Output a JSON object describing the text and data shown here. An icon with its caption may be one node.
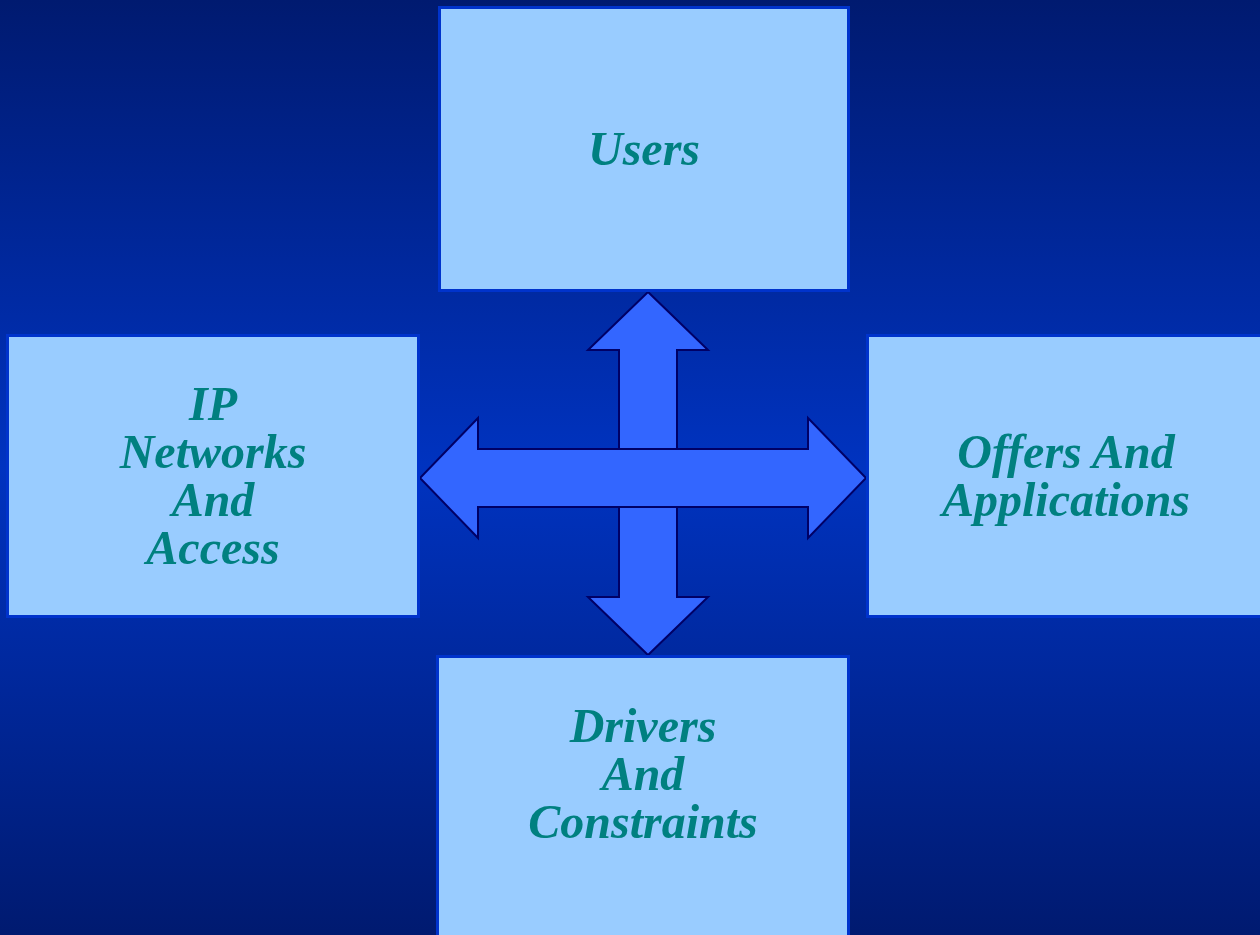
{
  "diagram": {
    "nodes": [
      {
        "text": [
          "Users"
        ]
      },
      {
        "text": [
          "IP Networks And Access"
        ]
      },
      {
        "text": [
          "Offers And Applications"
        ]
      },
      {
        "text": [
          "Drivers And Constraints"
        ]
      }
    ],
    "edges": [
      {
        "from": 0,
        "to": 3,
        "arrow": "both",
        "style": "thick"
      },
      {
        "from": 1,
        "to": 2,
        "arrow": "both",
        "style": "thick"
      }
    ]
  }
}
